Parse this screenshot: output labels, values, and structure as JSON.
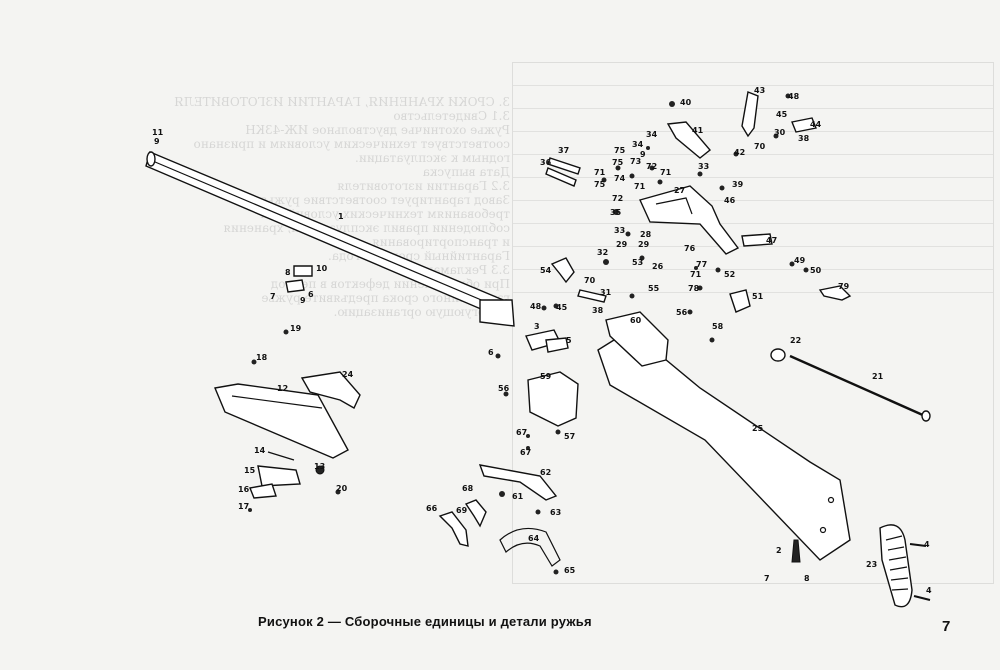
{
  "figure": {
    "caption": "Рисунок 2 — Сборочные единицы и детали ружья",
    "page_number": "7"
  },
  "parts": {
    "1": "1",
    "2": "2",
    "3": "3",
    "4": "4",
    "5": "5",
    "6": "6",
    "7": "7",
    "8": "8",
    "9": "9",
    "10": "10",
    "11": "11",
    "12": "12",
    "13": "13",
    "14": "14",
    "15": "15",
    "16": "16",
    "17": "17",
    "18": "18",
    "19": "19",
    "20": "20",
    "21": "21",
    "22": "22",
    "23": "23",
    "24": "24",
    "25": "25",
    "26": "26",
    "27": "27",
    "28": "28",
    "29": "29",
    "30": "30",
    "31": "31",
    "32": "32",
    "33": "33",
    "34": "34",
    "35": "35",
    "36": "36",
    "37": "37",
    "38": "38",
    "39": "39",
    "40": "40",
    "41": "41",
    "42": "42",
    "43": "43",
    "44": "44",
    "45": "45",
    "46": "46",
    "47": "47",
    "48": "48",
    "49": "49",
    "50": "50",
    "51": "51",
    "52": "52",
    "53": "53",
    "54": "54",
    "55": "55",
    "56": "56",
    "57": "57",
    "58": "58",
    "59": "59",
    "60": "60",
    "61": "61",
    "62": "62",
    "63": "63",
    "64": "64",
    "65": "65",
    "66": "66",
    "67": "67",
    "68": "68",
    "69": "69",
    "70": "70",
    "71": "71",
    "72": "72",
    "73": "73",
    "74": "74",
    "75": "75",
    "76": "76",
    "77": "77",
    "78": "78",
    "79": "79"
  },
  "ghost_text": "3. СРОКИ ХРАНЕНИЯ, ГАРАНТИИ ИЗГОТОВИТЕЛЯ\n3.1 Свидетельство\nРужье охотничье двуствольное ИЖ-43КН\nсоответствует техническим условиям и признано\nгодным к эксплуатации.\nДата выпуска\n3.2 Гарантии изготовителя\nЗавод гарантирует соответствие ружья\nтребованиям технических условий при\nсоблюдении правил эксплуатации, хранения\nи транспортирования.\nГарантийный срок — 2 года.\n3.3 Рекламации\nПри обнаружении дефектов в период\nгарантийного срока предъявите ружье\nв торгующую организацию."
}
